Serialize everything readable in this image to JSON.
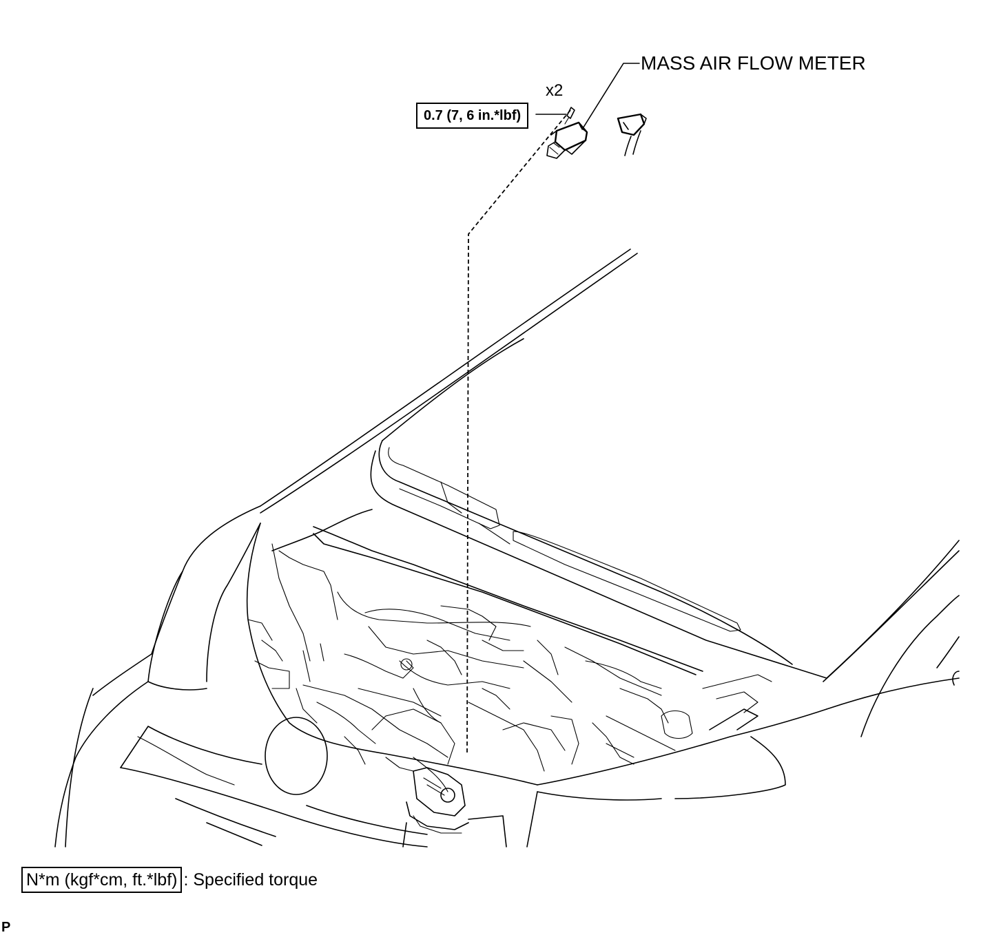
{
  "labels": {
    "part_name": "MASS AIR FLOW METER",
    "quantity": "x2",
    "torque_value": "0.7 (7, 6 in.*lbf)"
  },
  "legend": {
    "unit_box": "N*m (kgf*cm, ft.*lbf)",
    "description": ": Specified torque"
  },
  "corner_mark": "P",
  "icons": [
    "mass-air-flow-meter-icon",
    "screw-icon",
    "connector-icon",
    "vehicle-engine-bay-illustration"
  ]
}
